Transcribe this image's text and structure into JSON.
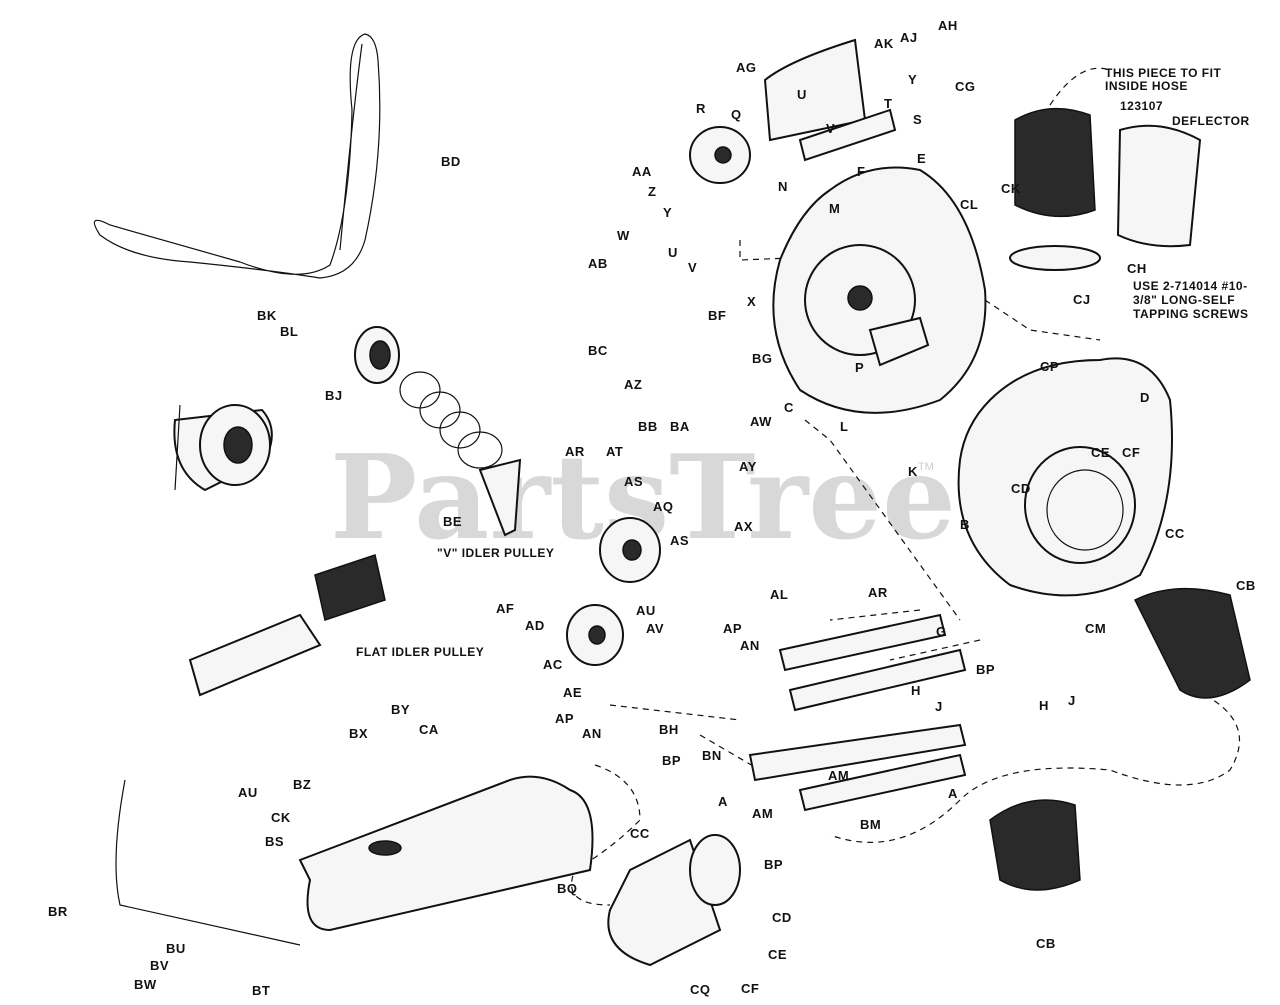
{
  "watermark": {
    "text": "PartsTree",
    "trademark": "TM"
  },
  "notes": {
    "fit_hose": [
      "THIS PIECE TO FIT",
      "INSIDE HOSE"
    ],
    "part_number": "123107",
    "deflector": "DEFLECTOR",
    "screws": [
      "USE 2-714014 #10-",
      "3/8\" LONG-SELF",
      "TAPPING SCREWS"
    ],
    "v_idler": "\"V\" IDLER PULLEY",
    "flat_idler": "FLAT IDLER PULLEY"
  },
  "callouts": {
    "A1": "A",
    "A2": "A",
    "AA": "AA",
    "AB": "AB",
    "AC": "AC",
    "AD": "AD",
    "AE": "AE",
    "AF": "AF",
    "AG": "AG",
    "AH": "AH",
    "AJ": "AJ",
    "AK": "AK",
    "AL": "AL",
    "AM1": "AM",
    "AM2": "AM",
    "AN1": "AN",
    "AN2": "AN",
    "AP1": "AP",
    "AP2": "AP",
    "AQ": "AQ",
    "AR1": "AR",
    "AR2": "AR",
    "AS1": "AS",
    "AS2": "AS",
    "AT": "AT",
    "AU1": "AU",
    "AU2": "AU",
    "AV": "AV",
    "AW": "AW",
    "AX": "AX",
    "AY": "AY",
    "AZ": "AZ",
    "B": "B",
    "BA": "BA",
    "BB": "BB",
    "BC": "BC",
    "BD": "BD",
    "BE": "BE",
    "BF": "BF",
    "BG": "BG",
    "BH": "BH",
    "BJ": "BJ",
    "BK": "BK",
    "BL": "BL",
    "BM": "BM",
    "BN": "BN",
    "BP1": "BP",
    "BP2": "BP",
    "BP3": "BP",
    "BQ": "BQ",
    "BR": "BR",
    "BS": "BS",
    "BT": "BT",
    "BU": "BU",
    "BV": "BV",
    "BW": "BW",
    "BX": "BX",
    "BY": "BY",
    "BZ": "BZ",
    "C": "C",
    "CA": "CA",
    "CB1": "CB",
    "CB2": "CB",
    "CC1": "CC",
    "CC2": "CC",
    "CD1": "CD",
    "CD2": "CD",
    "CE1": "CE",
    "CE2": "CE",
    "CF1": "CF",
    "CF2": "CF",
    "CG": "CG",
    "CH": "CH",
    "CJ": "CJ",
    "CK1": "CK",
    "CK2": "CK",
    "CL": "CL",
    "CM": "CM",
    "CP": "CP",
    "CQ": "CQ",
    "D": "D",
    "E": "E",
    "F": "F",
    "G": "G",
    "H1": "H",
    "H2": "H",
    "J1": "J",
    "J2": "J",
    "K": "K",
    "L": "L",
    "M": "M",
    "N": "N",
    "P": "P",
    "Q": "Q",
    "R": "R",
    "S": "S",
    "T": "T",
    "U1": "U",
    "U2": "U",
    "V1": "V",
    "V2": "V",
    "W": "W",
    "X": "X",
    "Y1": "Y",
    "Y2": "Y",
    "Z": "Z"
  }
}
